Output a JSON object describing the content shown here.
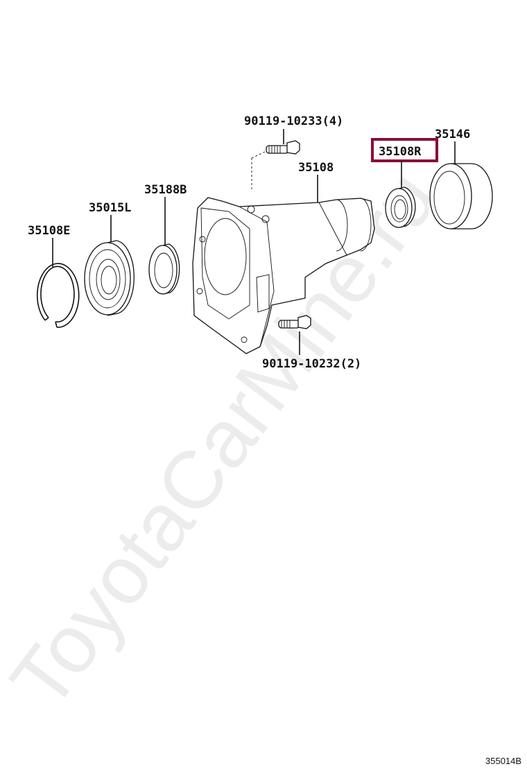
{
  "diagram": {
    "callouts": [
      {
        "id": "bolt-top",
        "label": "90119-10233(4)"
      },
      {
        "id": "dust-cover",
        "label": "35146"
      },
      {
        "id": "oil-seal-rear",
        "label": "35108R",
        "highlighted": true
      },
      {
        "id": "extension-housing",
        "label": "35108"
      },
      {
        "id": "oil-seal-b",
        "label": "35188B"
      },
      {
        "id": "bearing",
        "label": "35015L"
      },
      {
        "id": "snap-ring",
        "label": "35108E"
      },
      {
        "id": "bolt-bottom",
        "label": "90119-10232(2)"
      }
    ],
    "highlight_color": "#8b0a3a",
    "figure_number": "355014B",
    "watermark": "ToyotaCarMine.ru"
  }
}
